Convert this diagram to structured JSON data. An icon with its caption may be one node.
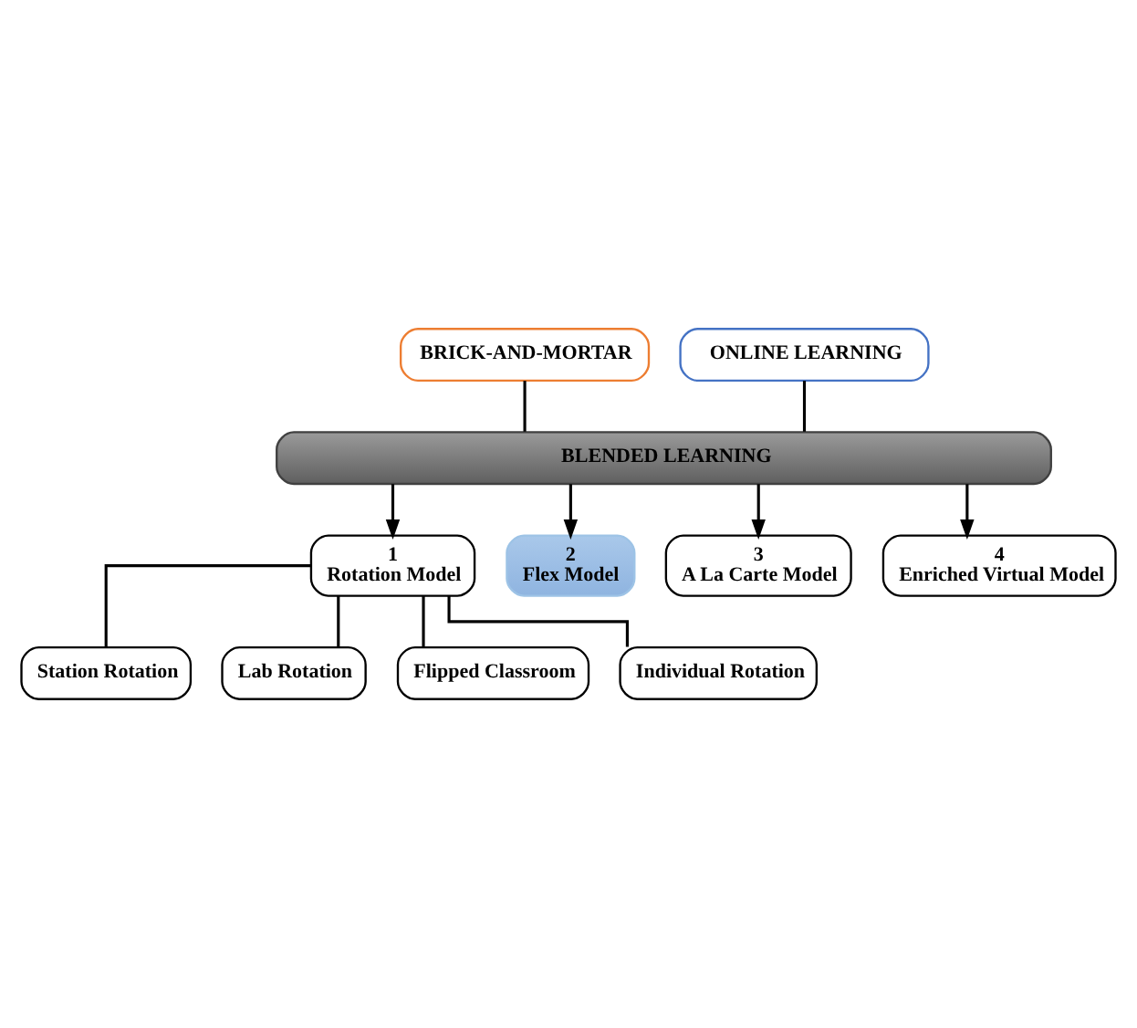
{
  "diagram": {
    "nodes": [
      {
        "text": [
          "BRICK-AND-MORTAR"
        ]
      },
      {
        "text": [
          "ONLINE LEARNING"
        ]
      },
      {
        "text": [
          "BLENDED LEARNING"
        ]
      },
      {
        "text": [
          "1",
          "Rotation Model"
        ]
      },
      {
        "text": [
          "2",
          "Flex Model"
        ]
      },
      {
        "text": [
          "3",
          "A La Carte Model"
        ]
      },
      {
        "text": [
          "4",
          "Enriched Virtual Model"
        ]
      },
      {
        "text": [
          "Station Rotation"
        ]
      },
      {
        "text": [
          "Lab Rotation"
        ]
      },
      {
        "text": [
          "Flipped Classroom"
        ]
      },
      {
        "text": [
          "Individual Rotation"
        ]
      }
    ],
    "edges": [
      {
        "from": 0,
        "to": 2,
        "arrow": "none"
      },
      {
        "from": 1,
        "to": 2,
        "arrow": "none"
      },
      {
        "from": 2,
        "to": 3,
        "arrow": "to"
      },
      {
        "from": 2,
        "to": 4,
        "arrow": "to"
      },
      {
        "from": 2,
        "to": 5,
        "arrow": "to"
      },
      {
        "from": 2,
        "to": 6,
        "arrow": "to"
      },
      {
        "from": 3,
        "to": 7,
        "arrow": "none"
      },
      {
        "from": 3,
        "to": 8,
        "arrow": "none"
      },
      {
        "from": 3,
        "to": 9,
        "arrow": "none"
      },
      {
        "from": 3,
        "to": 10,
        "arrow": "none"
      }
    ]
  }
}
